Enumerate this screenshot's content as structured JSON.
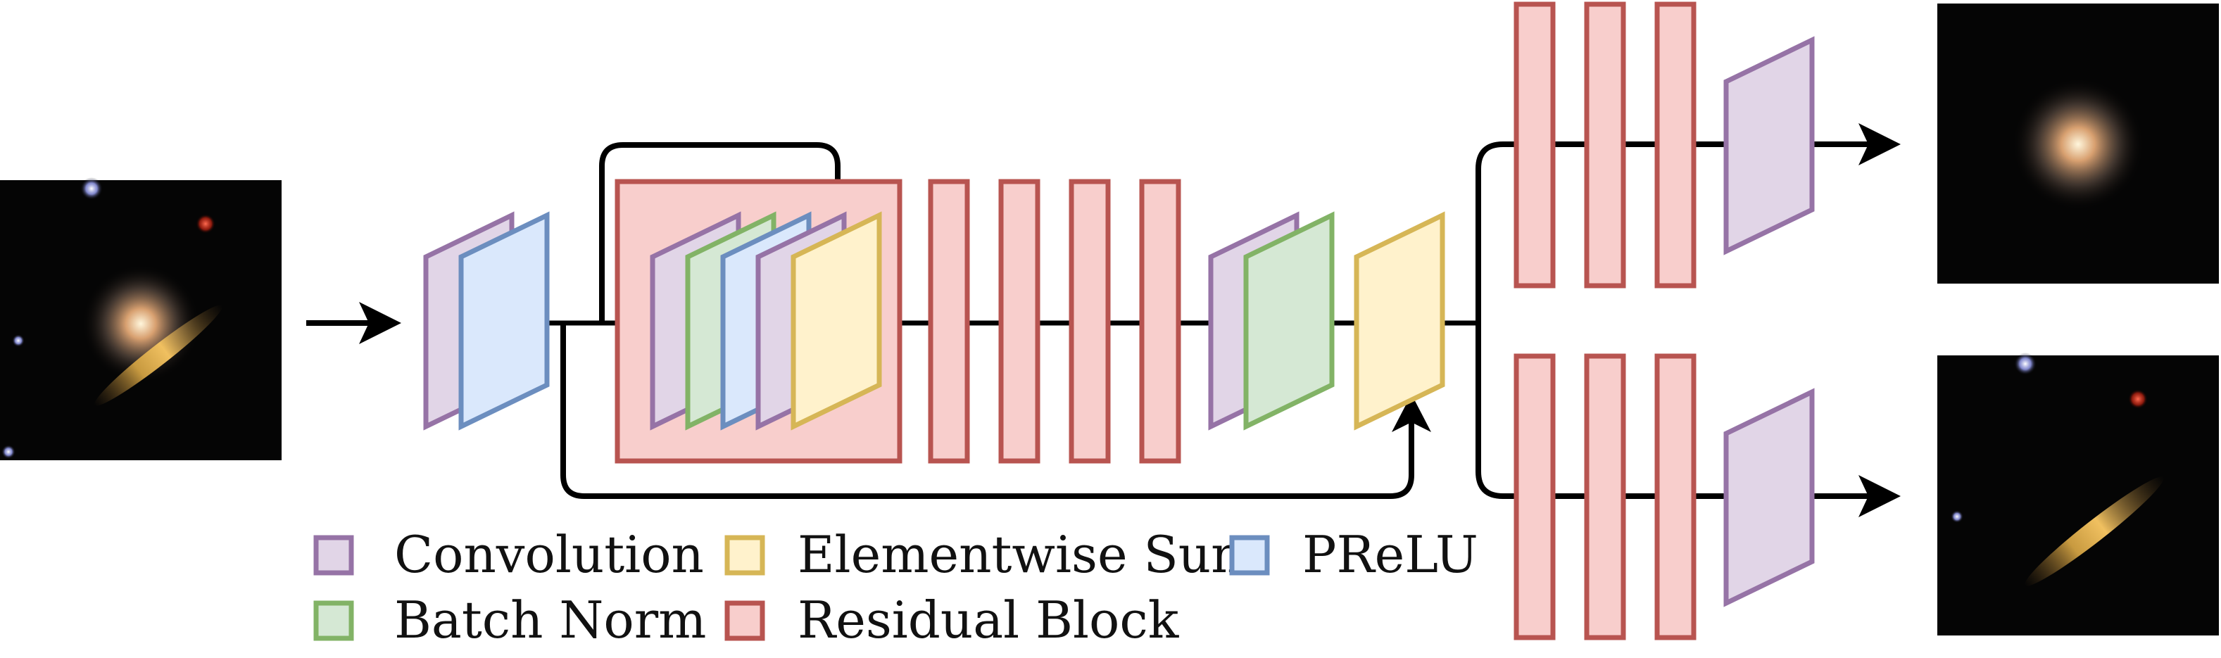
{
  "colors": {
    "convolution": {
      "fill": "#e1d5e7",
      "stroke": "#9673a6"
    },
    "prelu": {
      "fill": "#dae8fc",
      "stroke": "#6c8ebf"
    },
    "batch_norm": {
      "fill": "#d5e8d4",
      "stroke": "#82b366"
    },
    "elementwise_sum": {
      "fill": "#fff2cc",
      "stroke": "#d6b656"
    },
    "residual_block": {
      "fill": "#f8cecc",
      "stroke": "#b85450"
    },
    "arrow": "#000000"
  },
  "images": {
    "input": "blended-galaxies-input",
    "output_top": "deblended-galaxy-round",
    "output_bottom": "deblended-galaxy-edge-on"
  },
  "legend": {
    "convolution": "Convolution",
    "batch_norm": "Batch Norm",
    "elementwise_sum": "Elementwise Sum",
    "residual_block": "Residual Block",
    "prelu": "PReLU"
  }
}
